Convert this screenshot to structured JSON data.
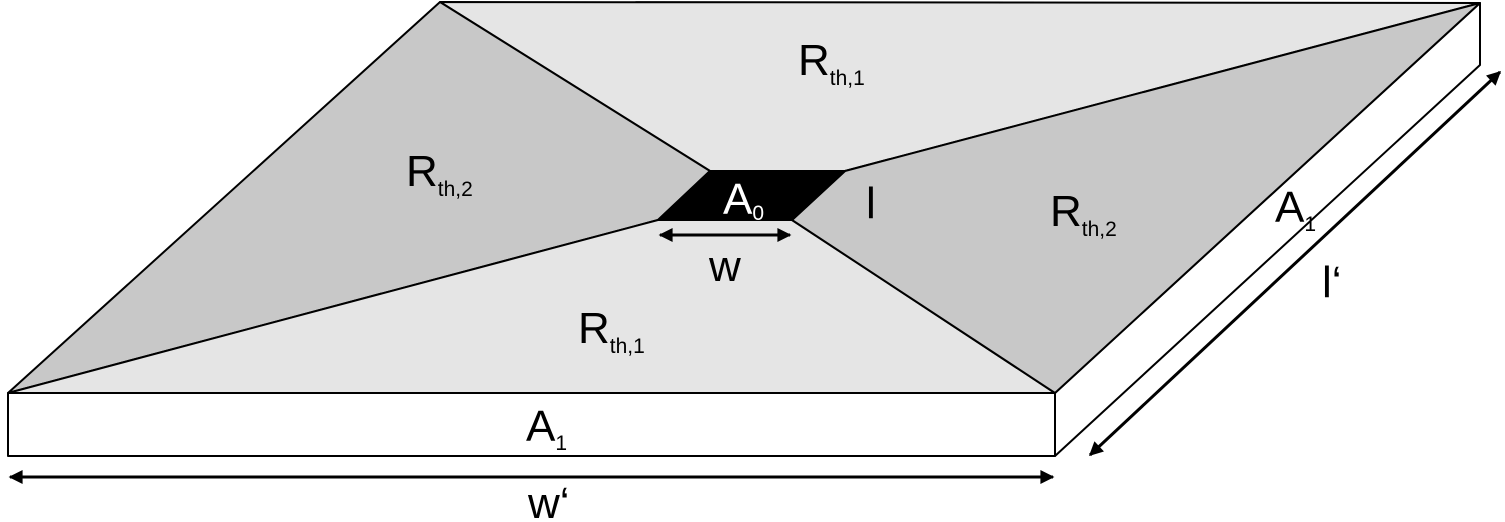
{
  "colors": {
    "background": "#ffffff",
    "light_region": "#e5e5e5",
    "dark_region": "#c8c8c8",
    "heat_source": "#000000",
    "side_face": "#ffffff",
    "outline": "#000000"
  },
  "labels": {
    "rth1_top": {
      "main": "R",
      "sub": "th,1"
    },
    "rth1_bottom": {
      "main": "R",
      "sub": "th,1"
    },
    "rth2_left": {
      "main": "R",
      "sub": "th,2"
    },
    "rth2_right": {
      "main": "R",
      "sub": "th,2"
    },
    "a0": {
      "main": "A",
      "sub": "0"
    },
    "a1_front": {
      "main": "A",
      "sub": "1"
    },
    "a1_side": {
      "main": "A",
      "sub": "1"
    },
    "l_small": "l",
    "w_small": "w",
    "l_prime": "l‘",
    "w_prime": "w‘"
  }
}
